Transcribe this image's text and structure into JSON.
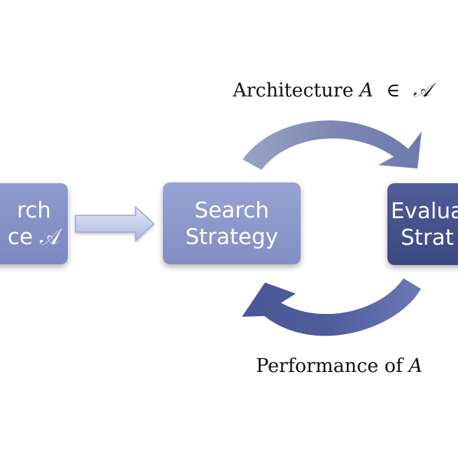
{
  "boxes": {
    "space": {
      "line1": "rch",
      "line2": "ce 𝒜"
    },
    "strategy": {
      "line1": "Search",
      "line2": "Strategy"
    },
    "evaluation": {
      "line1": "Evalua",
      "line2": "Strat"
    }
  },
  "labels": {
    "top_prefix": "Architecture",
    "top_var": "A",
    "top_in": "∈",
    "top_set": "𝒜",
    "bottom_prefix": "Performance of",
    "bottom_var": "A"
  },
  "colors": {
    "box_light": "#8e9bcd",
    "box_dark": "#435087",
    "arrow_light": "#c9d0ea",
    "arrow_dark": "#4d5a98"
  }
}
